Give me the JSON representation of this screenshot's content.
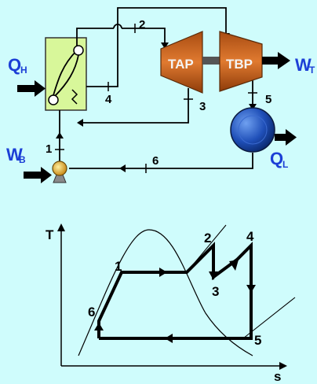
{
  "diagram": {
    "labels": {
      "q_h": "Q",
      "q_h_sub": "H",
      "w_b": "W",
      "w_b_sub": "B",
      "w_t": "W",
      "w_t_sub": "T",
      "q_l": "Q",
      "q_l_sub": "L",
      "tap": "TAP",
      "tbp": "TBP",
      "state_1": "1",
      "state_2": "2",
      "state_3": "3",
      "state_4": "4",
      "state_5": "5",
      "state_6": "6"
    },
    "ts_chart": {
      "y_axis_label": "T",
      "x_axis_label": "s",
      "point_1": "1",
      "point_2": "2",
      "point_3": "3",
      "point_4": "4",
      "point_5": "5",
      "point_6": "6"
    },
    "colors": {
      "background": "#cffcfc",
      "label_blue": "#1c3fd6",
      "boiler_fill": "#d8f79a",
      "turbine_fill": "#c8601e",
      "condenser_fill": "#1f4fb8",
      "pump_fill": "#e0a630"
    }
  }
}
